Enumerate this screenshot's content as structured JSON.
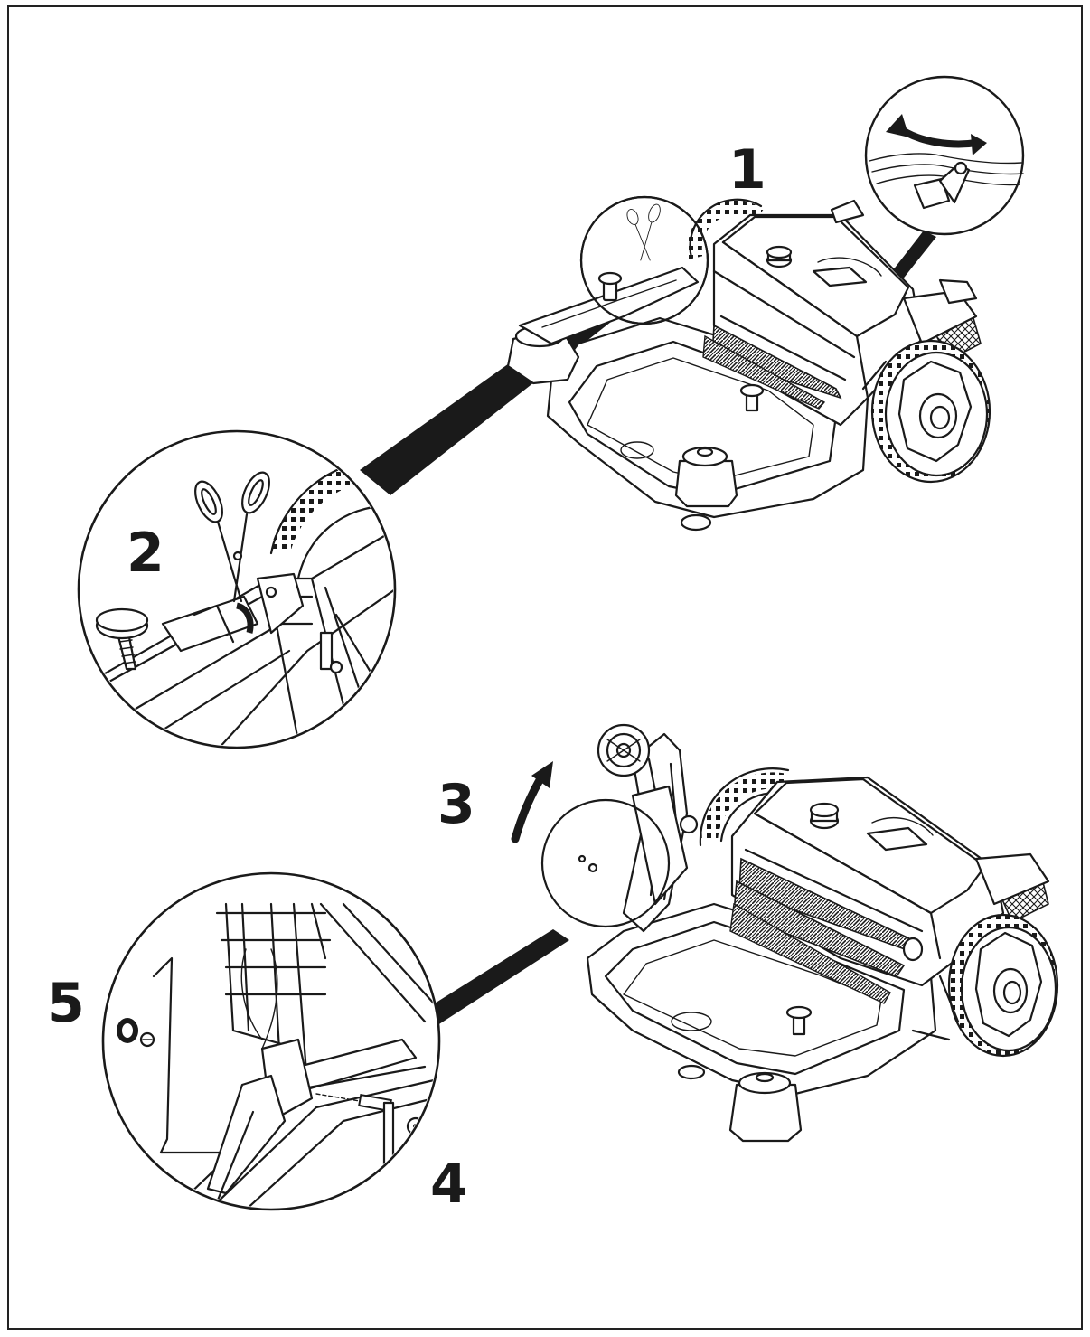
{
  "diagram": {
    "steps": [
      {
        "label": "1"
      },
      {
        "label": "2"
      },
      {
        "label": "3"
      },
      {
        "label": "4"
      },
      {
        "label": "5"
      }
    ],
    "colors": {
      "line": "#1a1a1a",
      "background": "#ffffff",
      "frame": "#222222"
    },
    "icons": [
      "scissors-icon",
      "rotate-arrow-icon",
      "knob-screw-icon",
      "wheel-icon",
      "brush-roller-icon"
    ]
  }
}
